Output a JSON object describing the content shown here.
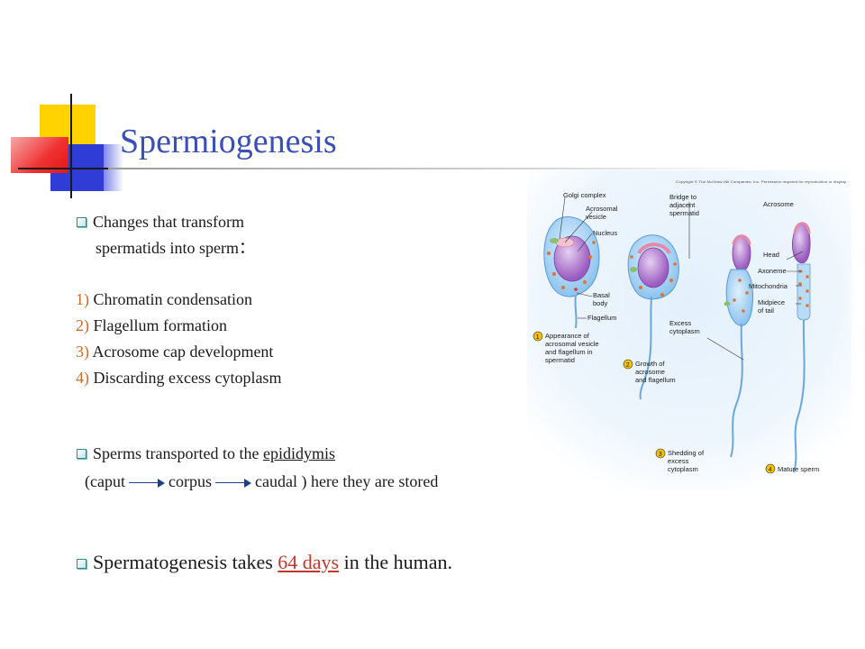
{
  "title": "Spermiogenesis",
  "intro": {
    "line1": "Changes that transform",
    "line2": "spermatids into sperm："
  },
  "steps": [
    {
      "num": "1)",
      "text": " Chromatin condensation"
    },
    {
      "num": "2)",
      "text": " Flagellum formation"
    },
    {
      "num": "3)",
      "text": " Acrosome cap development"
    },
    {
      "num": "4)",
      "text": " Discarding excess cytoplasm"
    }
  ],
  "transport": {
    "prefix": "Sperms transported to the ",
    "epididymis": "epididymis",
    "open": "(caput",
    "corpus": "corpus",
    "caudal": "caudal ) here they are stored"
  },
  "duration": {
    "prefix": "Spermatogenesis takes ",
    "days": "64 days",
    "suffix": " in the human."
  },
  "figure": {
    "copyright": "Copyright © The McGraw-Hill Companies, Inc. Permission required for reproduction or display.",
    "labels": {
      "golgi": "Golgi complex",
      "acrosomal_vesicle_1": "Acrosomal",
      "acrosomal_vesicle_2": "vesicle",
      "nucleus": "Nucleus",
      "basal_1": "Basal",
      "basal_2": "body",
      "flagellum": "Flagellum",
      "bridge_1": "Bridge to",
      "bridge_2": "adjacent",
      "bridge_3": "spermatid",
      "excess_1": "Excess",
      "excess_2": "cytoplasm",
      "acrosome": "Acrosome",
      "head": "Head",
      "axoneme": "Axoneme",
      "mitochondria": "Mitochondria",
      "midpiece_1": "Midpiece",
      "midpiece_2": "of tail"
    },
    "stages": [
      {
        "num": "1",
        "l1": "Appearance of",
        "l2": "acrosomal vesicle",
        "l3": "and flagellum in",
        "l4": "spermatid"
      },
      {
        "num": "2",
        "l1": "Growth of",
        "l2": "acrosome",
        "l3": "and flagellum"
      },
      {
        "num": "3",
        "l1": "Shedding of",
        "l2": "excess",
        "l3": "cytoplasm"
      },
      {
        "num": "4",
        "l1": "Mature sperm"
      }
    ]
  }
}
